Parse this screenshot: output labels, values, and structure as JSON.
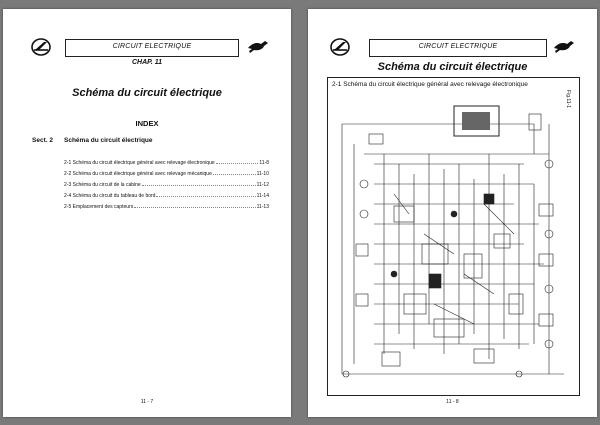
{
  "left_page": {
    "header_title": "CIRCUIT ELECTRIQUE",
    "chapter": "CHAP. 11",
    "title": "Schéma du circuit électrique",
    "index_heading": "INDEX",
    "section_number": "Sect. 2",
    "section_title": "Schéma du circuit électrique",
    "toc": [
      {
        "label": "2-1 Schéma du circuit électrique général avec relevage électronique",
        "page": "11-8"
      },
      {
        "label": "2-2 Schéma du circuit électrique général avec relevage mécanique",
        "page": "11-10"
      },
      {
        "label": "2-3 Schéma du circuit de la cabine",
        "page": "11-12"
      },
      {
        "label": "2-4 Schéma du circuit du tableau de bord",
        "page": "11-14"
      },
      {
        "label": "2-5 Emplacement des capteurs",
        "page": "11-13"
      }
    ],
    "page_number": "11 - 7"
  },
  "right_page": {
    "header_title": "CIRCUIT ELECTRIQUE",
    "title": "Schéma du circuit électrique",
    "diagram_caption": "2-1 Schéma du circuit électrique général avec relevage électronique",
    "figure_label": "Fig.11-1",
    "page_number": "11 - 8"
  }
}
